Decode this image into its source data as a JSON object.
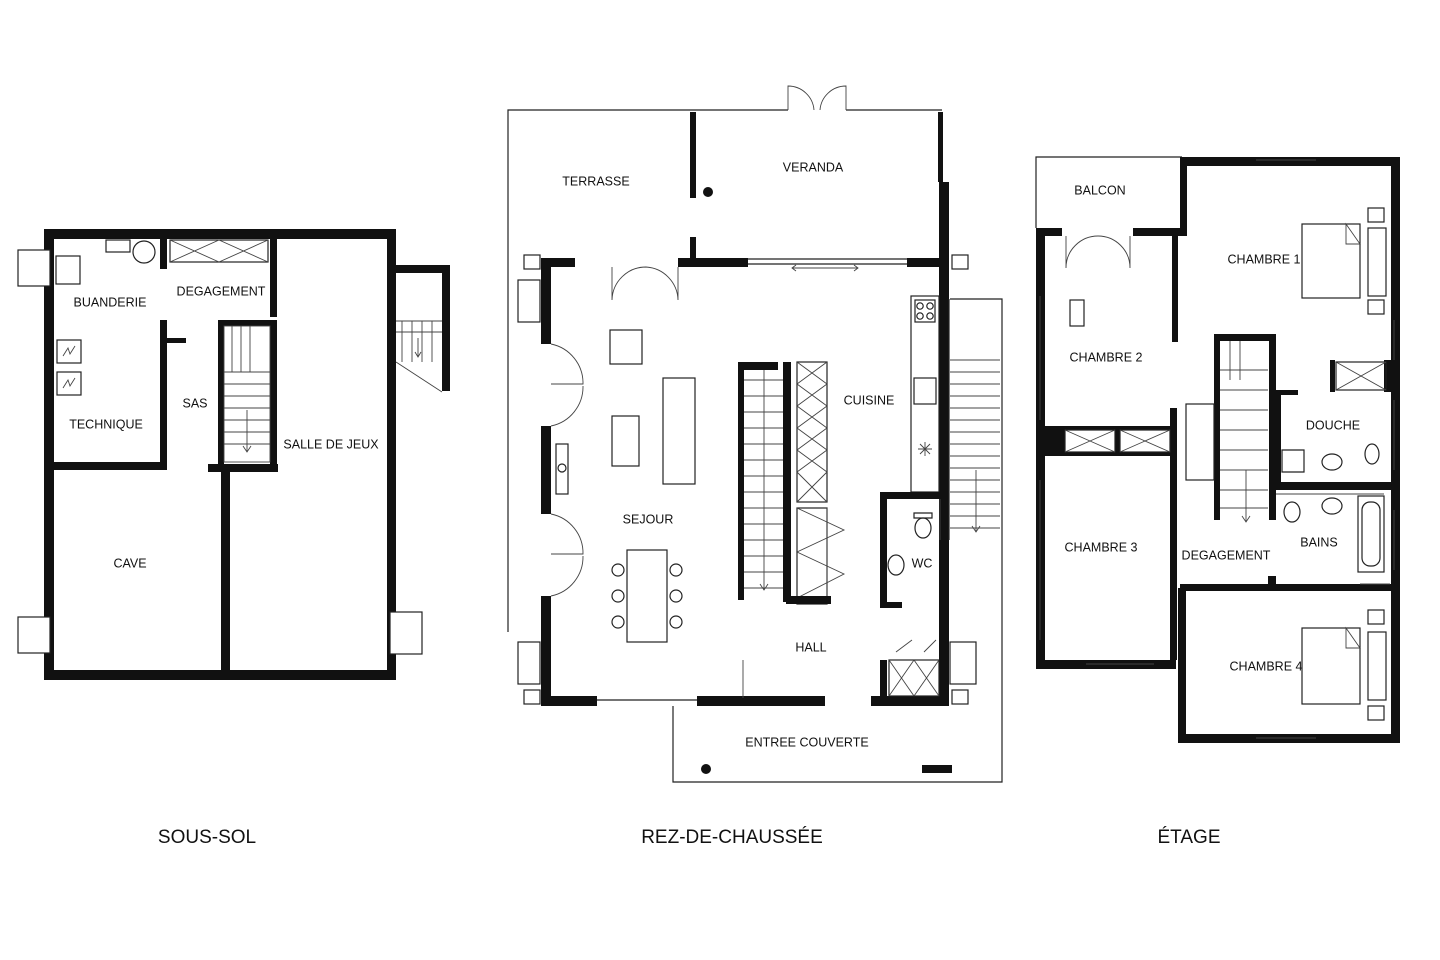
{
  "floors": {
    "sous_sol": {
      "title": "SOUS-SOL",
      "rooms": {
        "buanderie": "BUANDERIE",
        "degagement": "DEGAGEMENT",
        "technique": "TECHNIQUE",
        "sas": "SAS",
        "salle_de_jeux": "SALLE DE JEUX",
        "cave": "CAVE"
      }
    },
    "rez_de_chaussee": {
      "title": "REZ-DE-CHAUSSÉE",
      "rooms": {
        "terrasse": "TERRASSE",
        "veranda": "VERANDA",
        "cuisine": "CUISINE",
        "sejour": "SEJOUR",
        "wc": "WC",
        "hall": "HALL",
        "entree_couverte": "ENTREE COUVERTE"
      }
    },
    "etage": {
      "title": "ÉTAGE",
      "rooms": {
        "balcon": "BALCON",
        "chambre_1": "CHAMBRE 1",
        "chambre_2": "CHAMBRE 2",
        "douche": "DOUCHE",
        "chambre_3": "CHAMBRE 3",
        "degagement": "DEGAGEMENT",
        "bains": "BAINS",
        "chambre_4": "CHAMBRE 4"
      }
    }
  }
}
